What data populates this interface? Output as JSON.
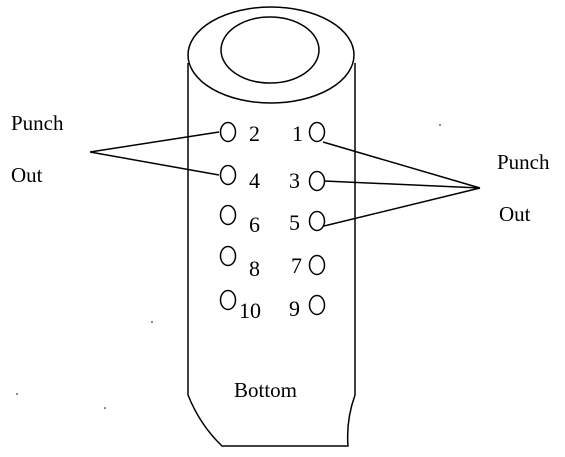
{
  "left_label": {
    "line1": "Punch",
    "line2": "Out"
  },
  "right_label": {
    "line1": "Punch",
    "line2": "Out"
  },
  "bottom_label": "Bottom",
  "holes": {
    "left": [
      "2",
      "4",
      "6",
      "8",
      "10"
    ],
    "right": [
      "1",
      "3",
      "5",
      "7",
      "9"
    ]
  },
  "punched_left": [
    "2",
    "4"
  ],
  "punched_right": [
    "1",
    "3",
    "5"
  ]
}
